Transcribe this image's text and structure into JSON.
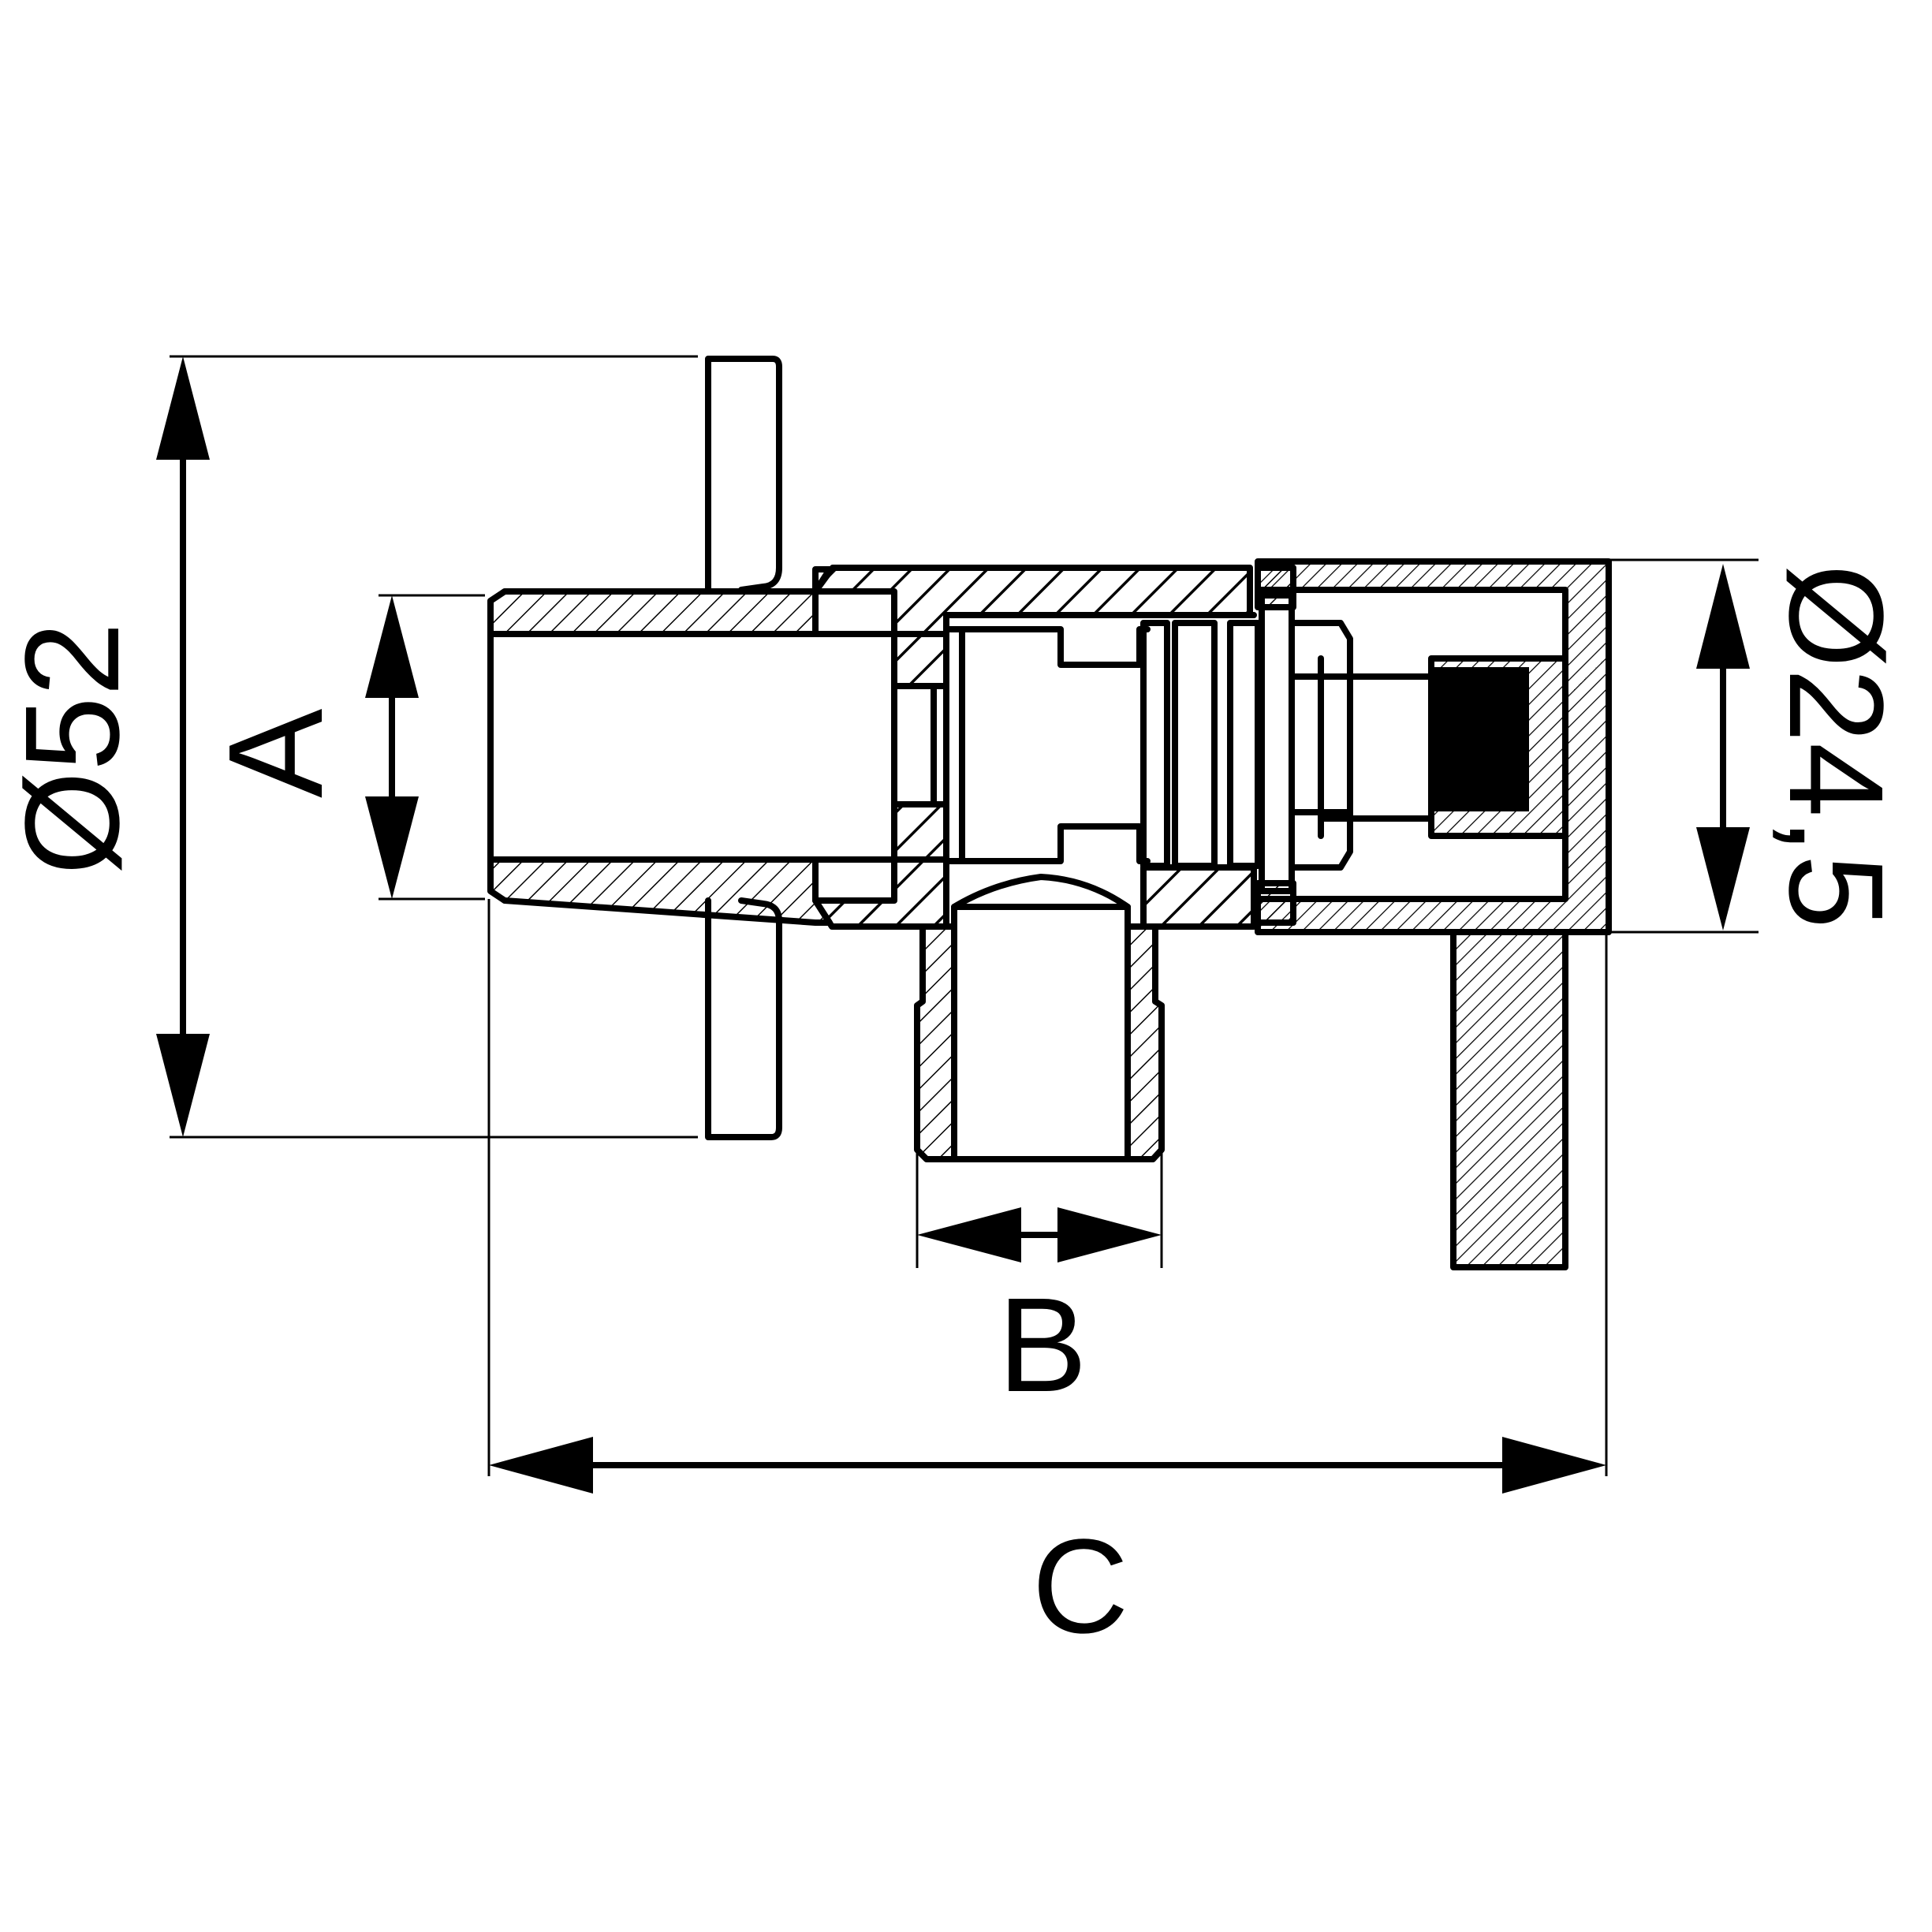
{
  "dimensions": {
    "outer_diameter": "Ø52",
    "thread_a": "A",
    "thread_b": "B",
    "length_c": "C",
    "flange_diameter": "Ø24,5"
  },
  "colors": {
    "line": "#000000",
    "background": "#ffffff"
  }
}
